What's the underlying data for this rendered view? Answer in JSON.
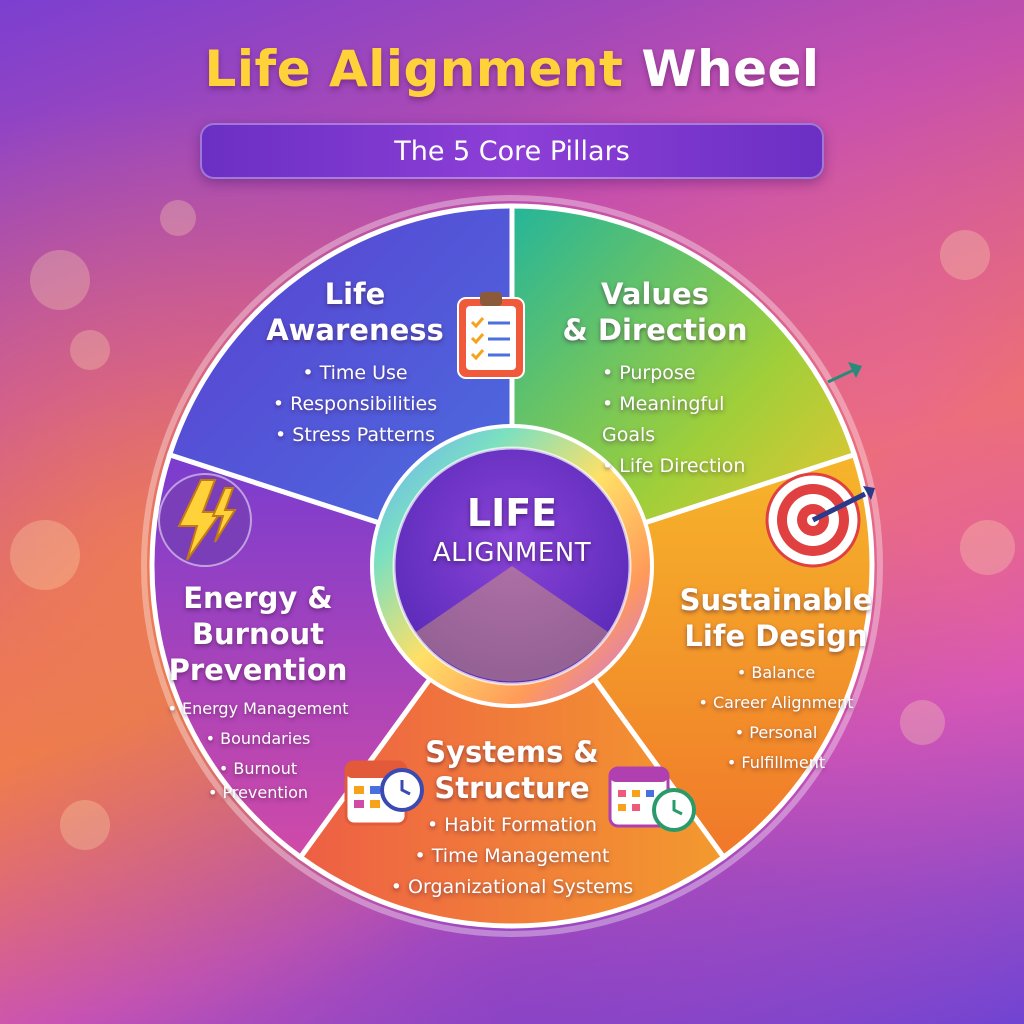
{
  "title": {
    "part1": "Life Alignment",
    "part2": "Wheel"
  },
  "subtitle": "The 5 Core Pillars",
  "center": {
    "line1": "LIFE",
    "line2": "ALIGNMENT"
  },
  "segments": [
    {
      "title_lines": [
        "Life",
        "Awareness"
      ],
      "items": [
        "Time Use",
        "Responsibilities",
        "Stress Patterns"
      ],
      "icon": "clipboard-checklist-icon",
      "color": "#5a4fd6"
    },
    {
      "title_lines": [
        "Values",
        "& Direction"
      ],
      "items": [
        "Purpose",
        "Meaningful Goals",
        "Life Direction"
      ],
      "icon": "arrow-icon",
      "color": "#3fb79a"
    },
    {
      "title_lines": [
        "Sustainable",
        "Life Design"
      ],
      "items": [
        "Balance",
        "Career Alignment",
        "Personal",
        "Fulfillment"
      ],
      "icon": "target-icon",
      "color": "#f0922a"
    },
    {
      "title_lines": [
        "Systems &",
        "Structure"
      ],
      "items": [
        "Habit Formation",
        "Time Management",
        "Organizational Systems"
      ],
      "icon": "calendar-clock-icon",
      "color": "#f07a3a"
    },
    {
      "title_lines": [
        "Energy &",
        "Burnout",
        "Prevention"
      ],
      "items": [
        "Energy Management",
        "Boundaries",
        "Burnout",
        "Prevention"
      ],
      "icon": "lightning-icon",
      "color": "#b03fb0"
    }
  ]
}
